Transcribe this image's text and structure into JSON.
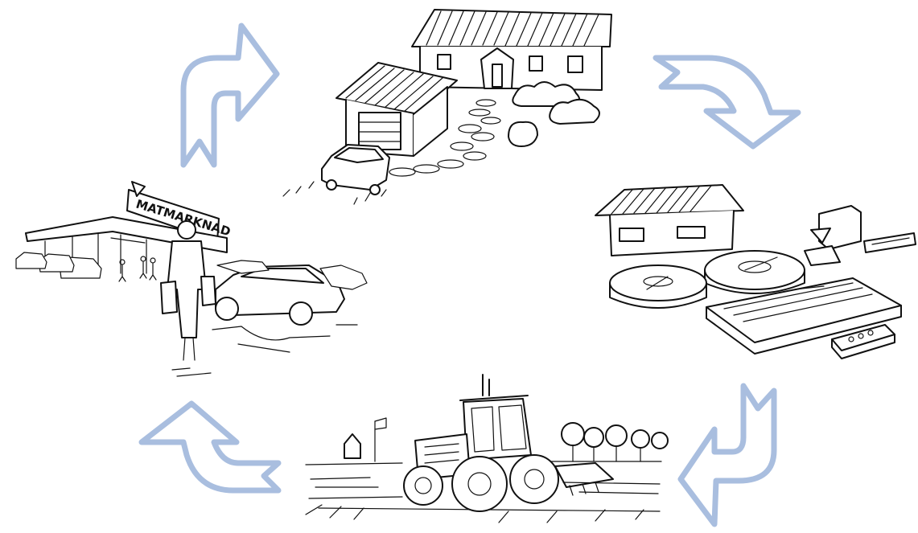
{
  "diagram": {
    "arrow_color": "#a9bedf",
    "ink_color": "#111111",
    "nodes": [
      {
        "id": "house",
        "icon": "house-with-garage-illustration"
      },
      {
        "id": "treatment",
        "icon": "wastewater-treatment-plant-illustration"
      },
      {
        "id": "farm",
        "icon": "tractor-in-field-illustration"
      },
      {
        "id": "store",
        "icon": "supermarket-shopper-illustration"
      }
    ],
    "arrows": [
      {
        "from": "house",
        "to": "treatment",
        "icon": "curved-arrow-icon"
      },
      {
        "from": "treatment",
        "to": "farm",
        "icon": "curved-arrow-icon"
      },
      {
        "from": "farm",
        "to": "store",
        "icon": "curved-arrow-icon"
      },
      {
        "from": "store",
        "to": "house",
        "icon": "curved-arrow-icon"
      }
    ],
    "store_sign": "MATMARKNAD"
  }
}
